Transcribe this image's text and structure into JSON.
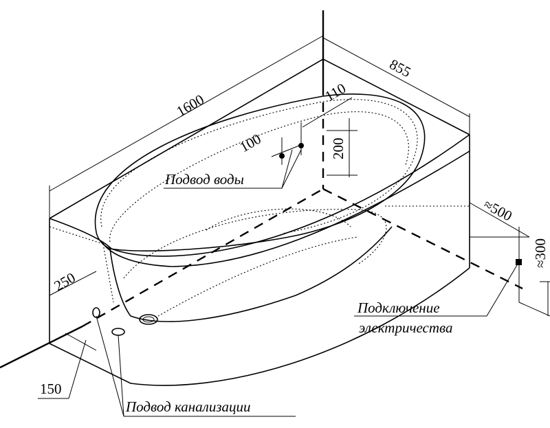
{
  "dimensions": {
    "length": "1600",
    "width": "855",
    "water_offset": "110",
    "water_spacing": "100",
    "water_height": "200",
    "power_offset": "≈500",
    "power_height": "≈300",
    "drain_offset_x": "250",
    "drain_offset_y": "150"
  },
  "labels": {
    "water_supply": "Подвод воды",
    "power_line1": "Подключение",
    "power_line2": "электричества",
    "sewer": "Подвод канализации"
  }
}
